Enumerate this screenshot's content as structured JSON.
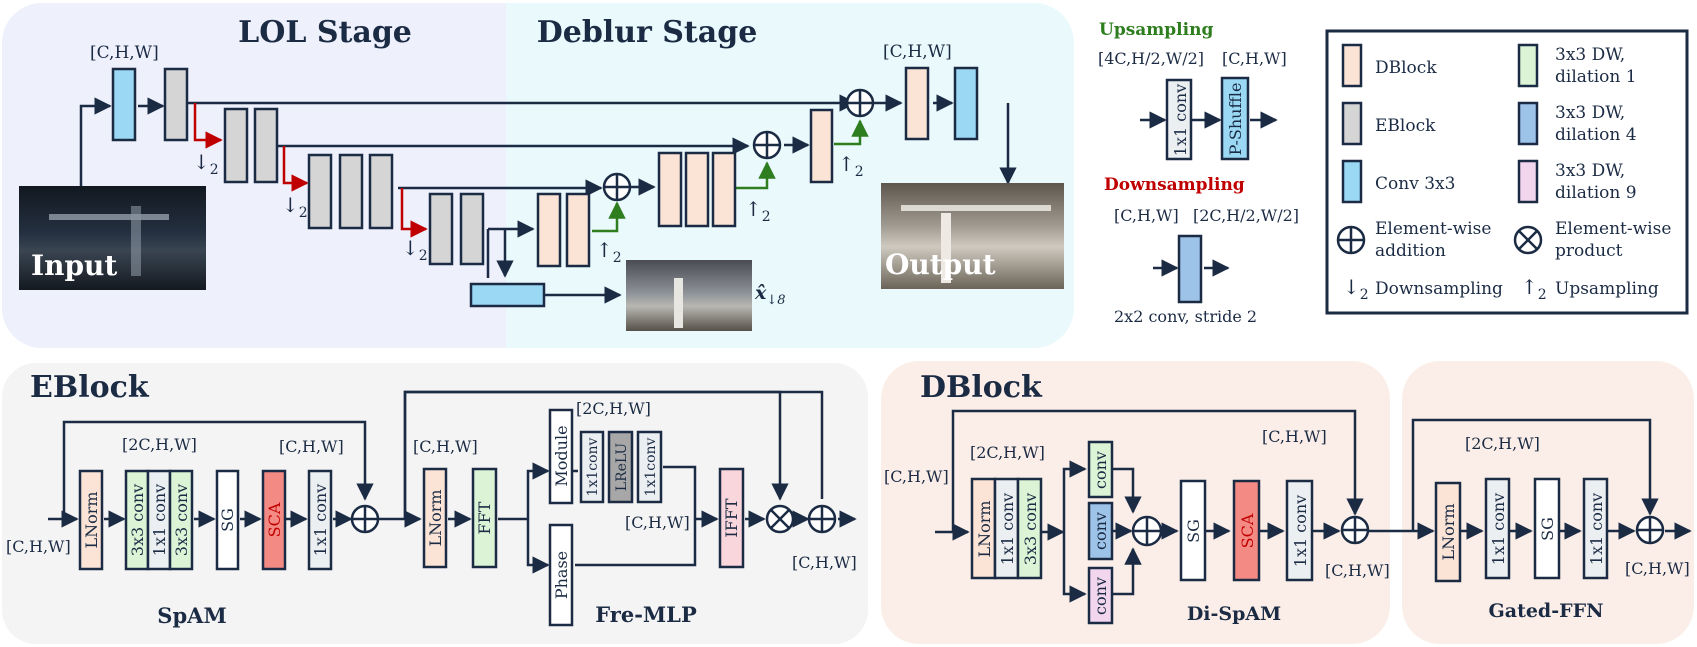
{
  "title": {
    "lol": "LOL Stage",
    "deblur": "Deblur Stage"
  },
  "labels": {
    "chw": "[C,H,W]",
    "c2hw": "[2C,H,W]",
    "c4half": "[4C,H/2,W/2]",
    "c2half": "[2C,H/2,W/2]",
    "xd8": "x̂",
    "xd8sub": "↓8",
    "down2": "↓",
    "up2": "↑",
    "two": "2"
  },
  "images": {
    "input": "Input",
    "output": "Output"
  },
  "upsampling": {
    "title": "Upsampling",
    "conv": "1x1 conv",
    "pshuffle": "P-Shuffle"
  },
  "downsampling": {
    "title": "Downsampling",
    "caption": "2x2 conv, stride 2"
  },
  "legend": {
    "dblock": "DBlock",
    "eblock": "EBlock",
    "conv3": "Conv 3x3",
    "dw1a": "3x3 DW,",
    "dw1b": "dilation 1",
    "dw4a": "3x3 DW,",
    "dw4b": "dilation 4",
    "dw9a": "3x3 DW,",
    "dw9b": "dilation 9",
    "adda": "Element-wise",
    "addb": "addition",
    "proda": "Element-wise",
    "prodb": "product",
    "down": "Downsampling",
    "up": "Upsampling"
  },
  "eblock": {
    "title": "EBlock",
    "lnorm": "LNorm",
    "c3": "3x3 conv",
    "c1": "1x1 conv",
    "sg": "SG",
    "sca": "SCA",
    "fft": "FFT",
    "module": "Module",
    "c1s": "1x1conv",
    "lrelu": "LReLU",
    "phase": "Phase",
    "ifft": "IFFT",
    "spam": "SpAM",
    "fremlp": "Fre-MLP"
  },
  "dblock": {
    "title": "DBlock",
    "conv": "conv",
    "dispam": "Di-SpAM",
    "gatedffn": "Gated-FFN"
  },
  "colors": {
    "dblock": "#fbe4d6",
    "eblock": "#d5d5d5",
    "conv3": "#9ad8f4",
    "dw1": "#dcf3d6",
    "dw4": "#9dc3e8",
    "dw9": "#f2d6ee",
    "sca": "#f48a84",
    "ifft": "#f9d5dc",
    "lrelu": "#a7a7a7",
    "stroke": "#1b2b44",
    "red": "#c00000",
    "green": "#2e7d1f"
  }
}
